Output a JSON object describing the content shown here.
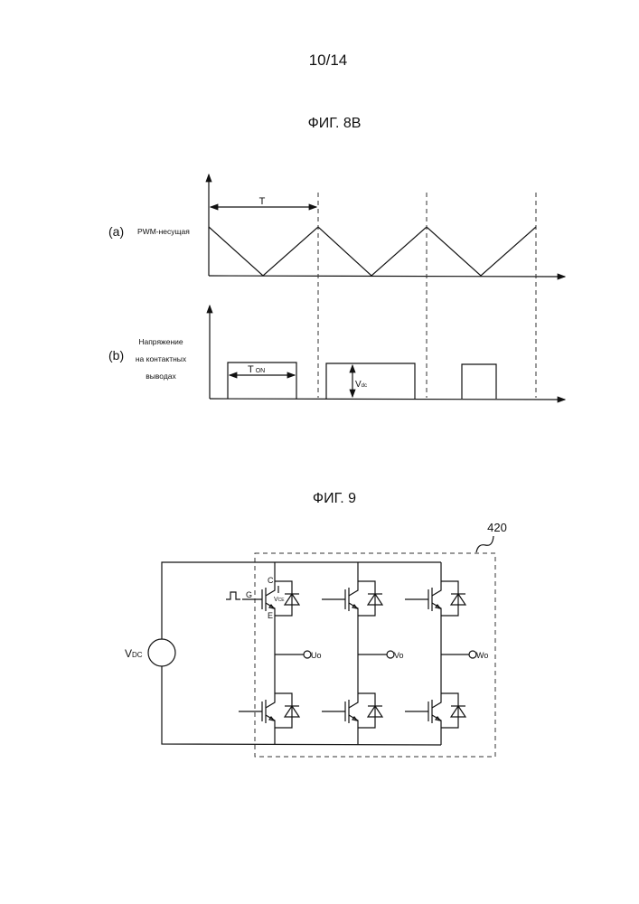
{
  "page_number": "10/14",
  "fig8b": {
    "title": "ФИГ. 8B",
    "a": {
      "tag": "(a)",
      "label": "PWM-несущая",
      "period_label": "T"
    },
    "b": {
      "tag": "(b)",
      "label_lines": [
        "Напряжение",
        "на контактных",
        "выводах"
      ],
      "ton_label": "T",
      "ton_sub": "ON",
      "vdc_label": "V",
      "vdc_sub": "dc"
    }
  },
  "fig9": {
    "title": "ФИГ. 9",
    "ref": "420",
    "source_label": "V",
    "source_sub": "DC",
    "gate_label": "G",
    "collector_label": "C",
    "emitter_label": "E",
    "vce_label": "V",
    "vce_sub": "CE",
    "outputs": [
      "Uo",
      "Vo",
      "Wo"
    ]
  }
}
